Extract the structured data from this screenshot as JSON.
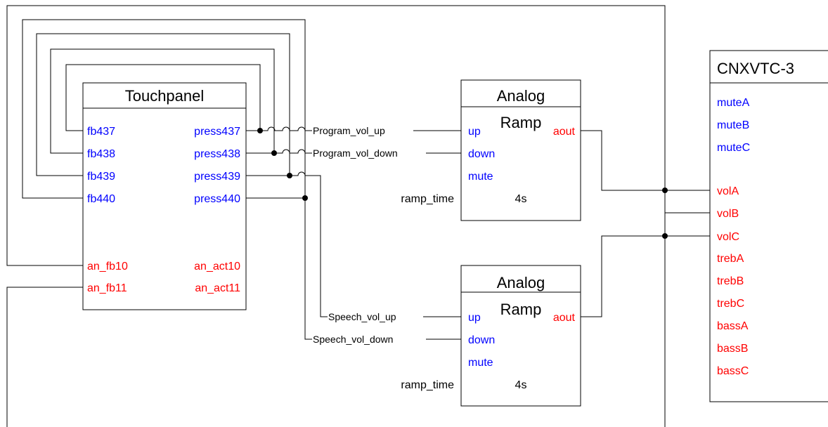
{
  "touchpanel": {
    "title": "Touchpanel",
    "inputs": [
      "fb437",
      "fb438",
      "fb439",
      "fb440",
      "an_fb10",
      "an_fb11"
    ],
    "outputs": [
      "press437",
      "press438",
      "press439",
      "press440",
      "an_act10",
      "an_act11"
    ]
  },
  "ramp1": {
    "title_line1": "Analog",
    "title_line2": "Ramp",
    "in_up": "up",
    "in_down": "down",
    "in_mute": "mute",
    "out": "aout",
    "param_label": "ramp_time",
    "param_value": "4s"
  },
  "ramp2": {
    "title_line1": "Analog",
    "title_line2": "Ramp",
    "in_up": "up",
    "in_down": "down",
    "in_mute": "mute",
    "out": "aout",
    "param_label": "ramp_time",
    "param_value": "4s"
  },
  "cnx": {
    "title": "CNXVTC-3",
    "mute_pins": [
      "muteA",
      "muteB",
      "muteC"
    ],
    "analog_pins": [
      "volA",
      "volB",
      "volC",
      "trebA",
      "trebB",
      "trebC",
      "bassA",
      "bassB",
      "bassC"
    ]
  },
  "signals": {
    "program_up": "Program_vol_up",
    "program_down": "Program_vol_down",
    "speech_up": "Speech_vol_up",
    "speech_down": "Speech_vol_down"
  },
  "colors": {
    "digital": "#0000ff",
    "analog": "#ff0000"
  }
}
